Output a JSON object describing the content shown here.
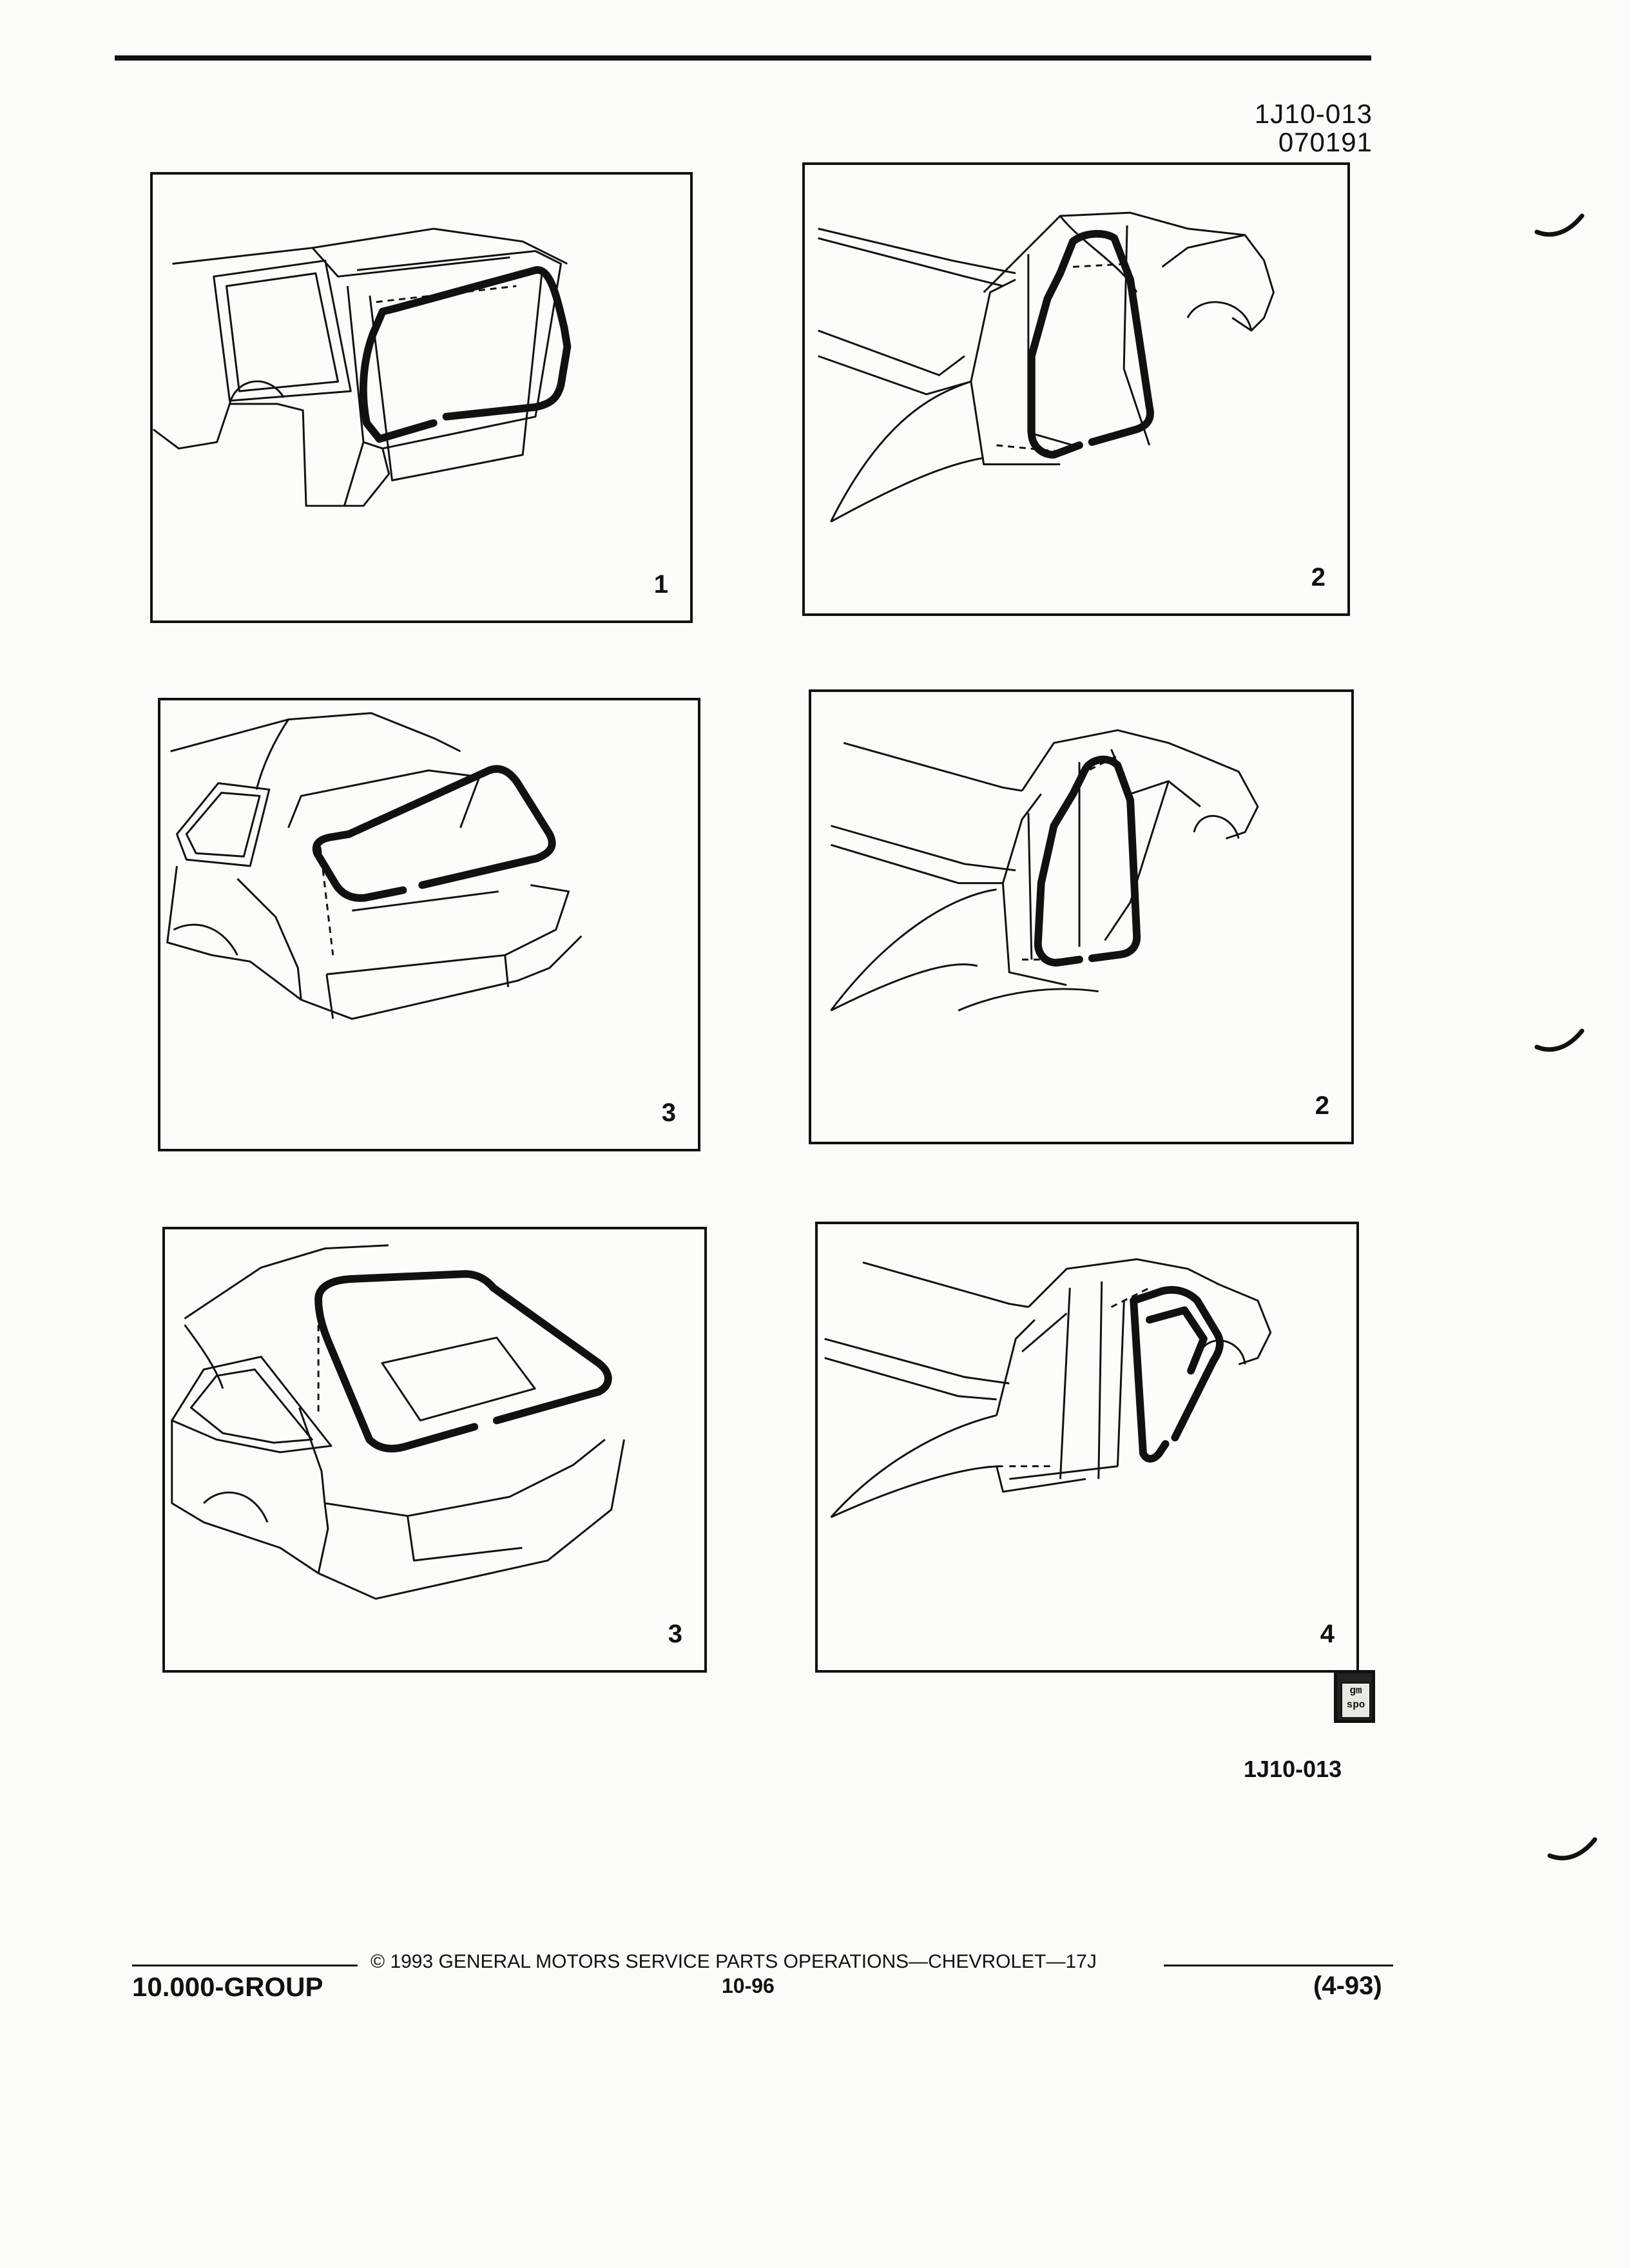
{
  "header": {
    "code": "1J10-013",
    "date_code": "070191"
  },
  "panels": [
    {
      "number": "1"
    },
    {
      "number": "2"
    },
    {
      "number": "3"
    },
    {
      "number": "2"
    },
    {
      "number": "3"
    },
    {
      "number": "4"
    }
  ],
  "logo": {
    "text": "gm spo"
  },
  "figure_code": "1J10-013",
  "footer": {
    "copyright": "© 1993 GENERAL MOTORS SERVICE PARTS OPERATIONS—CHEVROLET—17J",
    "group": "10.000-GROUP",
    "page": "10-96",
    "date": "(4-93)"
  }
}
